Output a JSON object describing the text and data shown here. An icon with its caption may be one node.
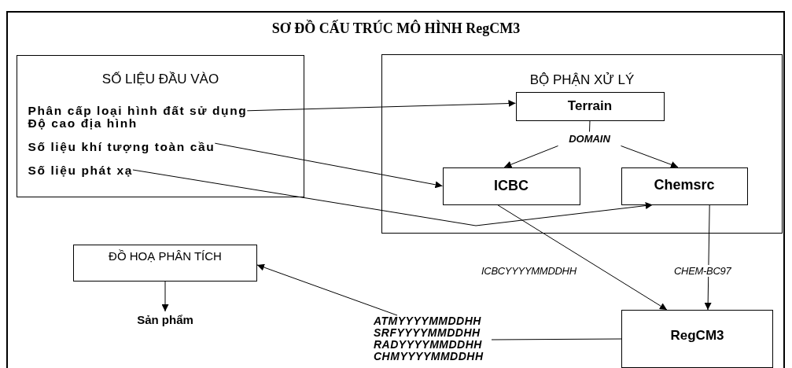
{
  "diagram": {
    "title": "SƠ ĐỒ CẤU TRÚC MÔ HÌNH RegCM3",
    "nodes": [
      {
        "text": [
          "SỐ LIỆU ĐẦU VÀO"
        ]
      },
      {
        "text": [
          "Phân cấp loại hình đất sử dụng"
        ],
        "in": 0
      },
      {
        "text": [
          "Độ cao địa hình"
        ],
        "in": 0
      },
      {
        "text": [
          "Số liệu khí tượng toàn cầu"
        ],
        "in": 0
      },
      {
        "text": [
          "Số liệu phát xạ"
        ],
        "in": 0
      },
      {
        "text": [
          "BỘ PHẬN XỬ LÝ"
        ]
      },
      {
        "text": [
          "Terrain"
        ],
        "in": 5
      },
      {
        "text": [
          "DOMAIN"
        ],
        "in": 5
      },
      {
        "text": [
          "ICBC"
        ],
        "in": 5
      },
      {
        "text": [
          "Chemsrc"
        ],
        "in": 5
      },
      {
        "text": [
          "ĐỒ HOẠ PHÂN TÍCH"
        ]
      },
      {
        "text": [
          "Sản phẩm"
        ]
      },
      {
        "text": [
          "RegCM3"
        ]
      },
      {
        "text": [
          "ATMYYYYMMDDHH",
          "SRFYYYYMMDDHH",
          "RADYYYYMMDDHH",
          "CHMYYYYMMDDHH"
        ]
      }
    ],
    "edges": [
      {
        "from": 1,
        "to": 6,
        "arrow": "to"
      },
      {
        "from": 3,
        "to": 8,
        "arrow": "to"
      },
      {
        "from": 4,
        "to": 9,
        "arrow": "to"
      },
      {
        "from": 6,
        "to": 7,
        "arrow": "none"
      },
      {
        "from": 7,
        "to": 8,
        "arrow": "to"
      },
      {
        "from": 7,
        "to": 9,
        "arrow": "to"
      },
      {
        "from": 8,
        "to": 12,
        "arrow": "to",
        "label": "ICBCYYYYMMDDHH"
      },
      {
        "from": 9,
        "to": 12,
        "arrow": "to",
        "label": "CHEM-BC97"
      },
      {
        "from": 12,
        "to": 13,
        "arrow": "none"
      },
      {
        "from": 13,
        "to": 10,
        "arrow": "to"
      },
      {
        "from": 10,
        "to": 11,
        "arrow": "to"
      }
    ]
  }
}
